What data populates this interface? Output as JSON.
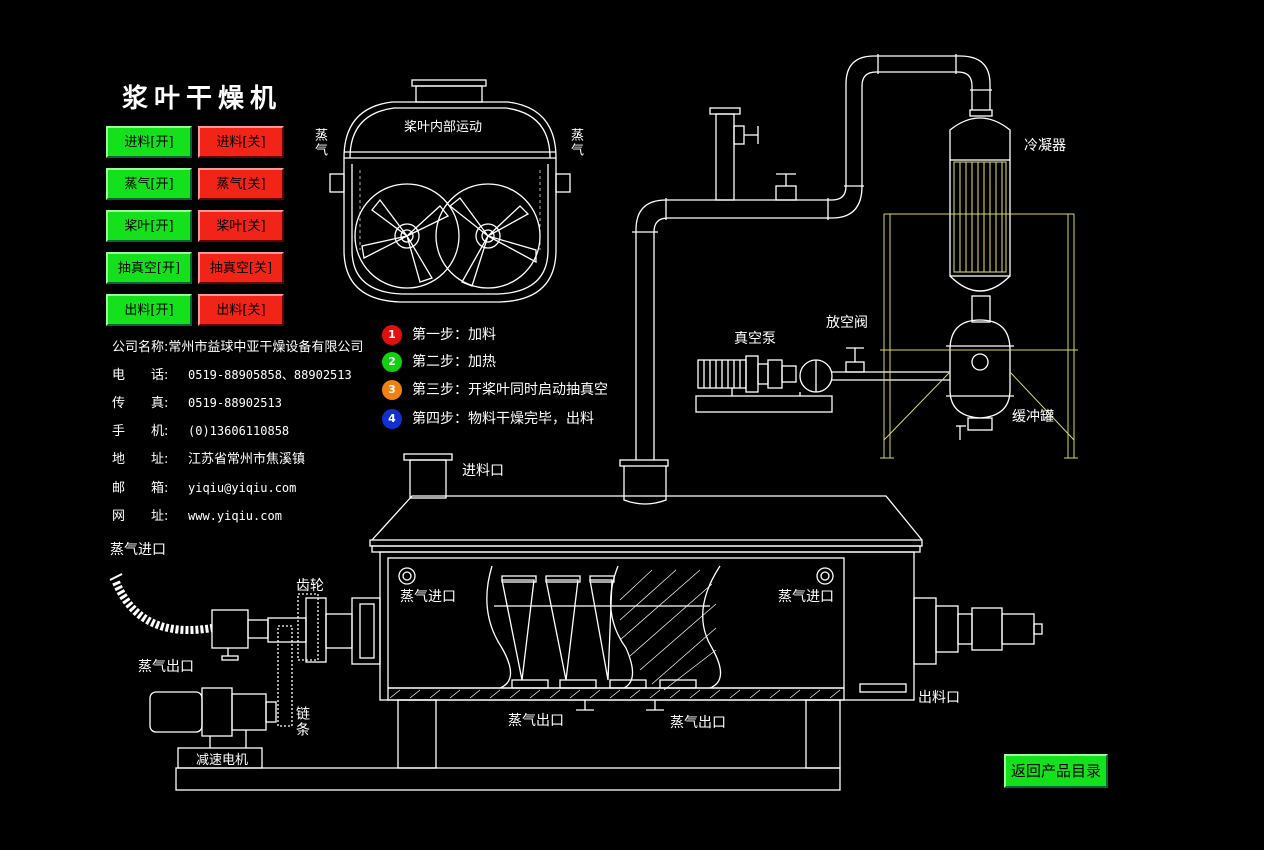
{
  "title": "浆叶干燥机",
  "controls": [
    {
      "on": "进料[开]",
      "off": "进料[关]"
    },
    {
      "on": "蒸气[开]",
      "off": "蒸气[关]"
    },
    {
      "on": "桨叶[开]",
      "off": "桨叶[关]"
    },
    {
      "on": "抽真空[开]",
      "off": "抽真空[关]"
    },
    {
      "on": "出料[开]",
      "off": "出料[关]"
    }
  ],
  "company": [
    {
      "label": "公司名称:",
      "value": "常州市益球中亚干燥设备有限公司"
    },
    {
      "label": "电　　话:",
      "value": "0519-88905858、88902513"
    },
    {
      "label": "传　　真:",
      "value": "0519-88902513"
    },
    {
      "label": "手　　机:",
      "value": "(0)13606110858"
    },
    {
      "label": "地　　址:",
      "value": "江苏省常州市焦溪镇"
    },
    {
      "label": "邮　　箱:",
      "value": "yiqiu@yiqiu.com"
    },
    {
      "label": "网　　址:",
      "value": "www.yiqiu.com"
    }
  ],
  "steps": [
    {
      "num": "1",
      "text": "第一步：加料",
      "color": "#e01010"
    },
    {
      "num": "2",
      "text": "第二步：加热",
      "color": "#10d010"
    },
    {
      "num": "3",
      "text": "第三步：开桨叶同时启动抽真空",
      "color": "#f08010"
    },
    {
      "num": "4",
      "text": "第四步：物料干燥完毕，出料",
      "color": "#1030d0"
    }
  ],
  "labels": {
    "inner_motion": "桨叶内部运动",
    "steam_left": "蒸气",
    "steam_right": "蒸气",
    "condenser": "冷凝器",
    "vent_valve": "放空阀",
    "vacuum_pump": "真空泵",
    "buffer_tank": "缓冲罐",
    "feed_port": "进料口",
    "steam_inlet_main": "蒸气进口",
    "gear": "齿轮",
    "steam_outlet_left": "蒸气出口",
    "chain": "链条",
    "reducer_motor": "减速电机",
    "steam_inlet_a": "蒸气进口",
    "steam_inlet_b": "蒸气进口",
    "steam_outlet_a": "蒸气出口",
    "steam_outlet_b": "蒸气出口",
    "discharge_port": "出料口"
  },
  "return_button": "返回产品目录",
  "colors": {
    "background": "#000000",
    "line": "#ffffff",
    "button_on": "#14e01c",
    "button_off": "#f22418",
    "condenser_tubes": "#e8e070",
    "frame": "#d8d860"
  }
}
